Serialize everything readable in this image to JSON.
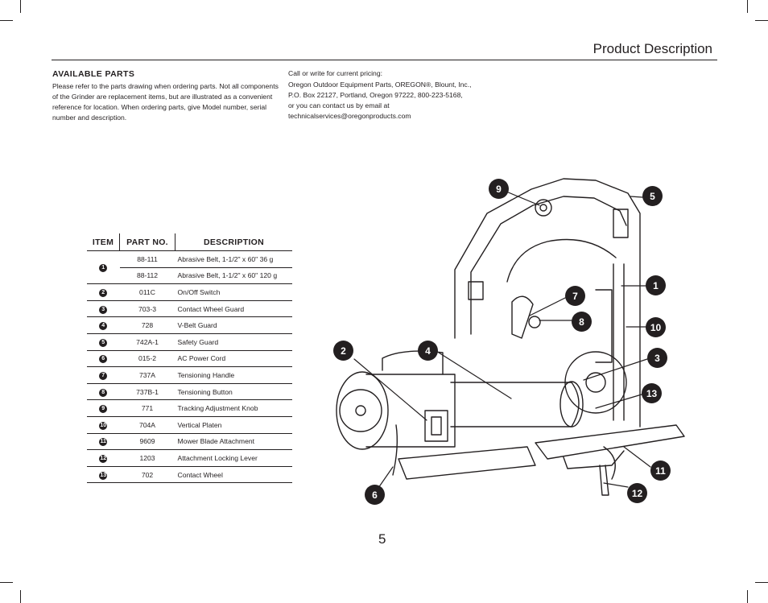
{
  "header": {
    "title": "Product Description"
  },
  "available_parts": {
    "heading": "AVAILABLE PARTS",
    "body": "Please refer to the parts drawing when ordering parts. Not all components of the Grinder are replacement items, but are illustrated as a convenient reference for location. When ordering parts, give Model number, serial number and description."
  },
  "contact": {
    "heading": "Call or write for current pricing:",
    "lines": [
      "Oregon Outdoor Equipment Parts, OREGON®, Blount, Inc.,",
      "P.O. Box 22127, Portland, Oregon 97222, 800-223-5168,",
      "or you can contact us by email at",
      "technicalservices@oregonproducts.com"
    ]
  },
  "table": {
    "headers": [
      "ITEM",
      "PART NO.",
      "DESCRIPTION"
    ],
    "rows": [
      {
        "item": "1",
        "part_no": "88-111",
        "description": "Abrasive Belt, 1-1/2\" x 60\" 36 g"
      },
      {
        "item": "",
        "part_no": "88-112",
        "description": "Abrasive Belt, 1-1/2\" x 60\" 120 g"
      },
      {
        "item": "2",
        "part_no": "011C",
        "description": "On/Off Switch"
      },
      {
        "item": "3",
        "part_no": "703-3",
        "description": "Contact Wheel Guard"
      },
      {
        "item": "4",
        "part_no": "728",
        "description": "V-Belt Guard"
      },
      {
        "item": "5",
        "part_no": "742A-1",
        "description": "Safety Guard"
      },
      {
        "item": "6",
        "part_no": "015-2",
        "description": "AC Power Cord"
      },
      {
        "item": "7",
        "part_no": "737A",
        "description": "Tensioning Handle"
      },
      {
        "item": "8",
        "part_no": "737B-1",
        "description": "Tensioning Button"
      },
      {
        "item": "9",
        "part_no": "771",
        "description": "Tracking Adjustment Knob"
      },
      {
        "item": "10",
        "part_no": "704A",
        "description": "Vertical Platen"
      },
      {
        "item": "11",
        "part_no": "9609",
        "description": "Mower Blade Attachment"
      },
      {
        "item": "12",
        "part_no": "1203",
        "description": "Attachment Locking Lever"
      },
      {
        "item": "13",
        "part_no": "702",
        "description": "Contact Wheel"
      }
    ]
  },
  "diagram": {
    "callouts": [
      "9",
      "5",
      "1",
      "7",
      "8",
      "10",
      "2",
      "4",
      "3",
      "13",
      "11",
      "12",
      "6"
    ]
  },
  "page_number": "5"
}
